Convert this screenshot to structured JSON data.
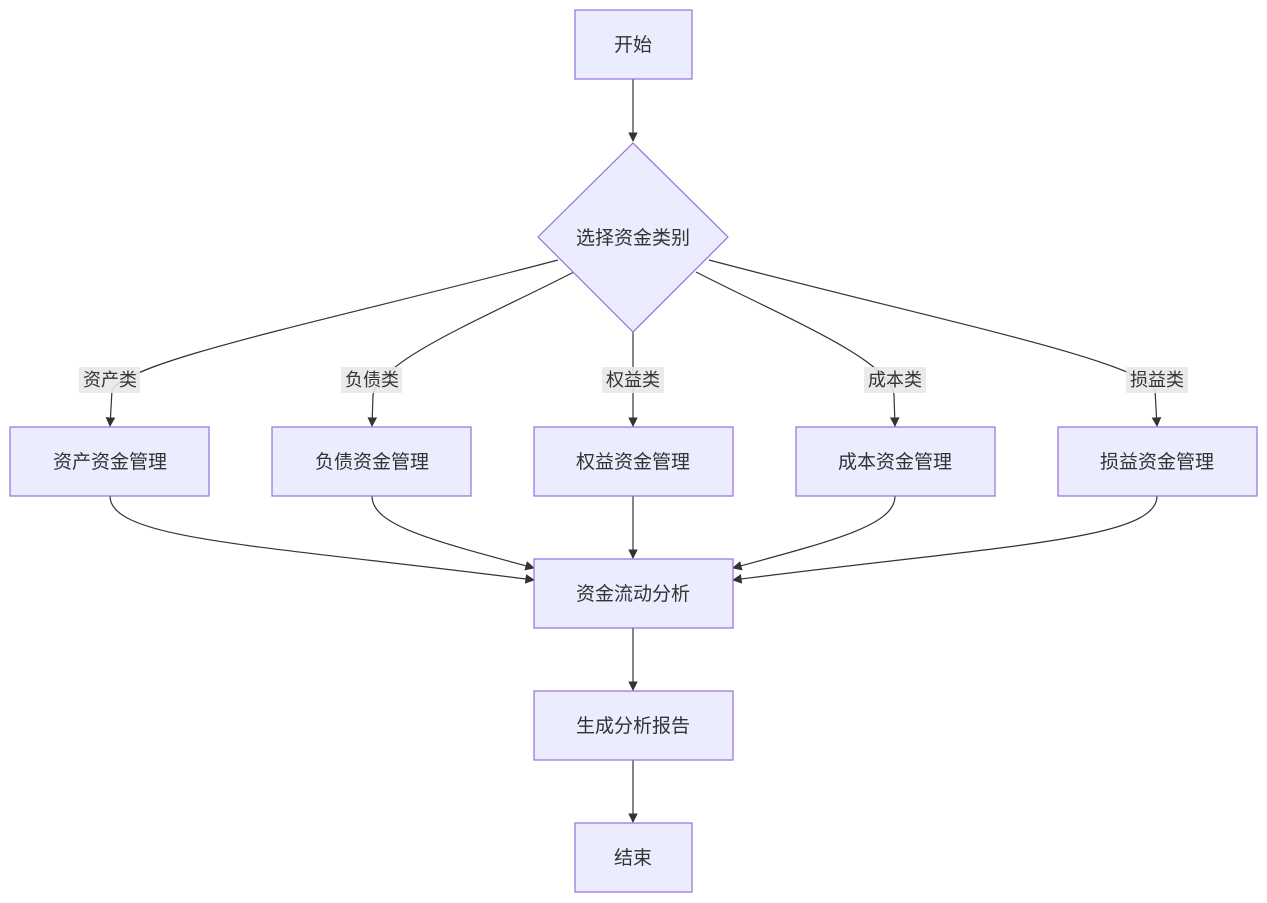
{
  "colors": {
    "node_fill": "#ececff",
    "node_stroke": "#9370db",
    "edge": "#333333",
    "label_bg": "#e8e8e8",
    "text": "#333333"
  },
  "nodes": {
    "start": "开始",
    "select": "选择资金类别",
    "asset_mgmt": "资产资金管理",
    "liability_mgmt": "负债资金管理",
    "equity_mgmt": "权益资金管理",
    "cost_mgmt": "成本资金管理",
    "profit_mgmt": "损益资金管理",
    "flow_analysis": "资金流动分析",
    "report": "生成分析报告",
    "end": "结束"
  },
  "edge_labels": {
    "asset": "资产类",
    "liability": "负债类",
    "equity": "权益类",
    "cost": "成本类",
    "profit": "损益类"
  }
}
